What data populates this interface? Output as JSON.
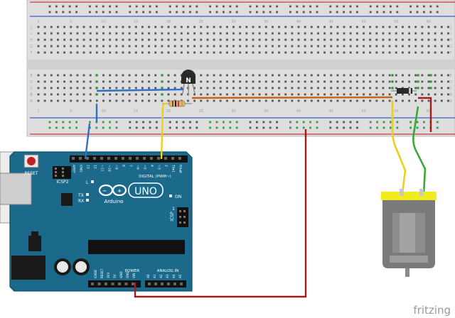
{
  "board": {
    "reset_label": "RESET",
    "icsp2_label": "ICSP2",
    "icsp_label": "ICSP",
    "l_label": "L",
    "tx_label": "TX",
    "rx_label": "RX",
    "on_label": "ON",
    "brand_uno": "UNO",
    "brand_arduino": "Arduino",
    "digital_label": "DIGITAL (PWM~)",
    "power_label": "POWER",
    "analog_label": "ANALOG IN",
    "top_pins": [
      "AREF",
      "GND",
      "13",
      "12",
      "~11",
      "~10",
      "~9",
      "8",
      "7",
      "~6",
      "~5",
      "4",
      "~3",
      "2",
      "TX▸1",
      "RX◂0"
    ],
    "power_pins": [
      "IOREF",
      "RESET",
      "3V3",
      "5V",
      "GND",
      "GND",
      "VIN"
    ],
    "analog_pins": [
      "A0",
      "A1",
      "A2",
      "A3",
      "A4",
      "A5"
    ],
    "side_numbers": [
      "1"
    ]
  },
  "breadboard": {
    "row_letters": [
      "A",
      "B",
      "C",
      "D",
      "E",
      "F",
      "G",
      "H",
      "I",
      "J"
    ],
    "col_numbers": [
      "1",
      "5",
      "10",
      "15",
      "20",
      "25",
      "30",
      "35",
      "40",
      "45",
      "50",
      "55",
      "60"
    ]
  },
  "components": {
    "transistor_label": "N"
  },
  "footer": {
    "brand": "fritzing"
  },
  "colors": {
    "board_blue": "#1b6a8c",
    "wire_blue": "#2f6fc9",
    "wire_yellow": "#e8d21a",
    "wire_green": "#3aa83a",
    "wire_red": "#a41d1d",
    "wire_orange": "#c4631a",
    "motor_yellow": "#f2ec1c"
  }
}
